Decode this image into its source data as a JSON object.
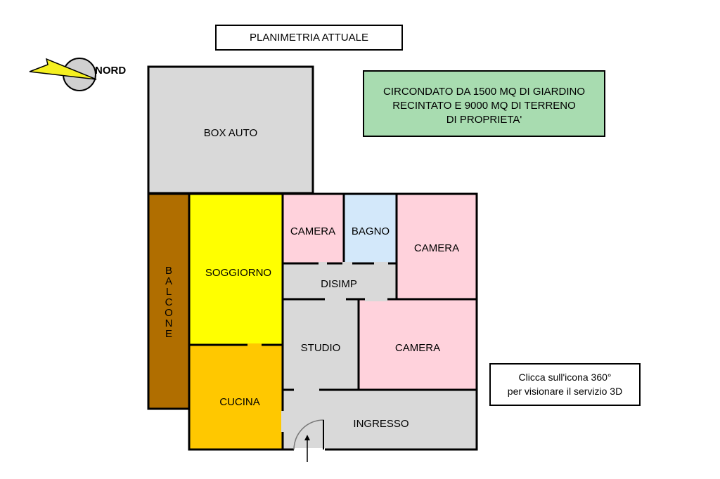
{
  "title": "PLANIMETRIA ATTUALE",
  "compass": {
    "label": "NORD",
    "icon": "north-arrow-icon"
  },
  "info_box": {
    "lines": [
      "CIRCONDATO DA 1500 MQ DI GIARDINO",
      "RECINTATO E 9000 MQ  DI TERRENO",
      "DI PROPRIETA'"
    ],
    "color": "#a8dcb0"
  },
  "note_box": {
    "lines": [
      "Clicca sull'icona 360°",
      "per visionare il servizio 3D"
    ]
  },
  "rooms": {
    "box_auto": "BOX AUTO",
    "balcone": [
      "B",
      "A",
      "L",
      "C",
      "O",
      "N",
      "E"
    ],
    "soggiorno": "SOGGIORNO",
    "cucina": "CUCINA",
    "camera_1": "CAMERA",
    "bagno": "BAGNO",
    "camera_2": "CAMERA",
    "disimp": "DISIMP",
    "studio": "STUDIO",
    "camera_3": "CAMERA",
    "ingresso": "INGRESSO"
  },
  "colors": {
    "gray": "#d9d9d9",
    "brown": "#b06e00",
    "yellow": "#ffff00",
    "orange": "#ffc800",
    "pink": "#ffd2dc",
    "blue": "#d3e8fa"
  }
}
